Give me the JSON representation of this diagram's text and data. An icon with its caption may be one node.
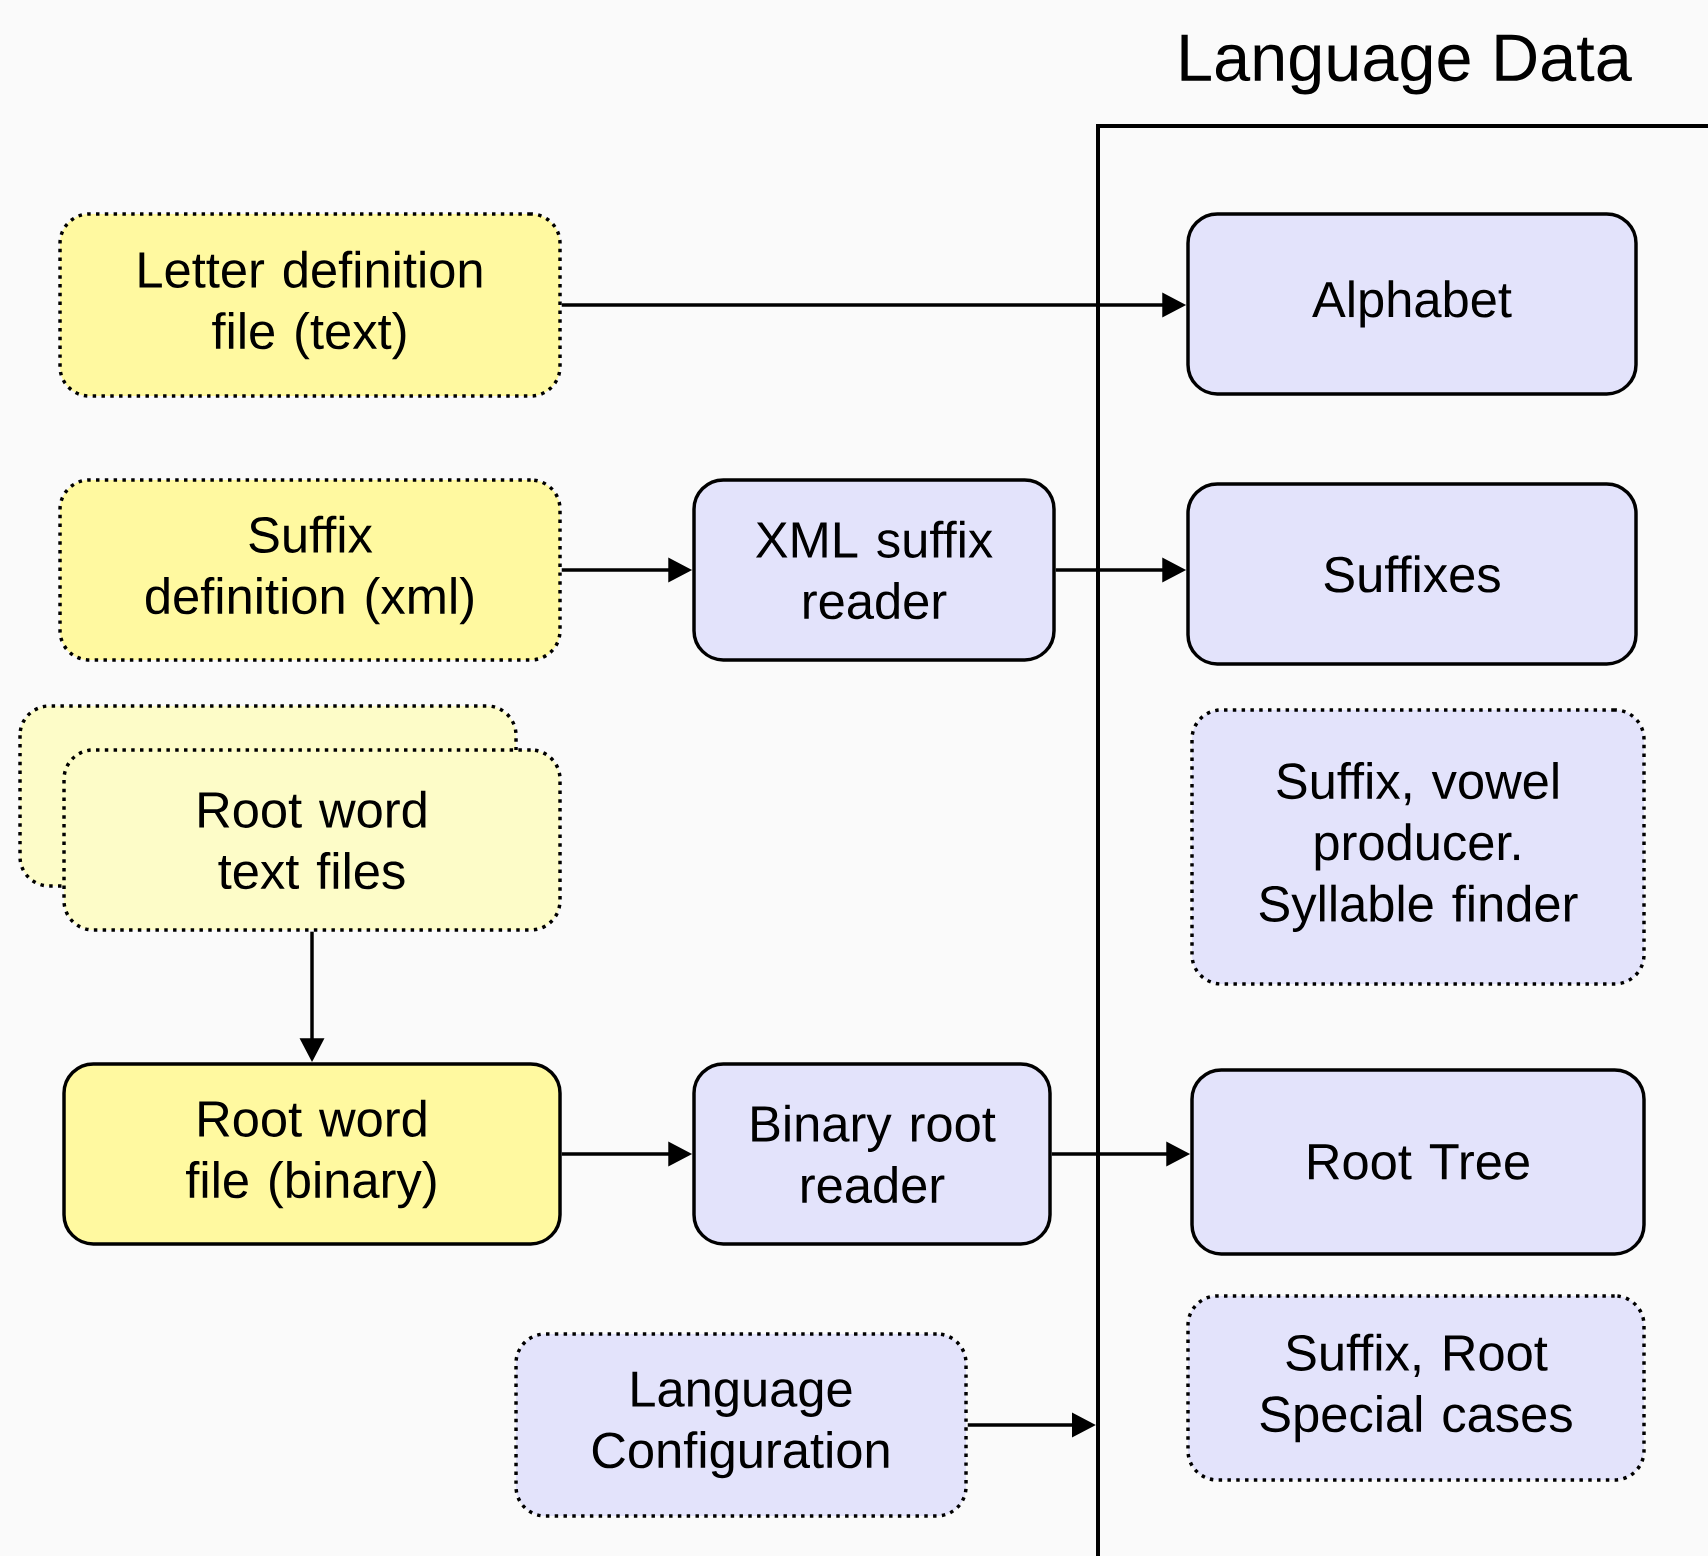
{
  "diagram": {
    "nodes": [
      {
        "text": [
          "Language Data"
        ]
      },
      {
        "text": [
          "Letter definition file (text)"
        ]
      },
      {
        "text": [
          "Suffix definition (xml)"
        ]
      },
      {
        "text": [
          "XML suffix reader"
        ]
      },
      {
        "text": [
          "Root word text files"
        ]
      },
      {
        "text": [
          "Root word file (binary)"
        ]
      },
      {
        "text": [
          "Binary root reader"
        ]
      },
      {
        "text": [
          "Language Configuration"
        ]
      },
      {
        "text": [
          "Alphabet"
        ],
        "in": 0
      },
      {
        "text": [
          "Suffixes"
        ],
        "in": 0
      },
      {
        "text": [
          "Suffix, vowel producer. Syllable finder"
        ],
        "in": 0
      },
      {
        "text": [
          "Root Tree"
        ],
        "in": 0
      },
      {
        "text": [
          "Suffix, Root Special cases"
        ],
        "in": 0
      }
    ],
    "edges": [
      {
        "from": 1,
        "to": 8,
        "arrow": "to"
      },
      {
        "from": 2,
        "to": 3,
        "arrow": "to"
      },
      {
        "from": 3,
        "to": 9,
        "arrow": "to"
      },
      {
        "from": 4,
        "to": 5,
        "arrow": "to"
      },
      {
        "from": 5,
        "to": 6,
        "arrow": "to"
      },
      {
        "from": 6,
        "to": 11,
        "arrow": "to"
      },
      {
        "from": 7,
        "to": 0,
        "arrow": "to"
      }
    ]
  }
}
